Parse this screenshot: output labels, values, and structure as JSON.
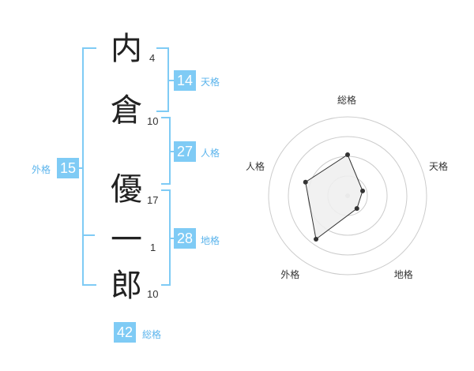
{
  "name": {
    "chars": [
      {
        "char": "内",
        "strokes": "4"
      },
      {
        "char": "倉",
        "strokes": "10"
      },
      {
        "char": "優",
        "strokes": "17"
      },
      {
        "char": "一",
        "strokes": "1"
      },
      {
        "char": "郎",
        "strokes": "10"
      }
    ]
  },
  "kaku": {
    "tenkaku": {
      "value": "14",
      "label": "天格"
    },
    "jinkaku": {
      "value": "27",
      "label": "人格"
    },
    "chikaku": {
      "value": "28",
      "label": "地格"
    },
    "gaikaku": {
      "value": "15",
      "label": "外格"
    },
    "soukaku": {
      "value": "42",
      "label": "総格"
    }
  },
  "chart_data": {
    "type": "radar",
    "categories": [
      "総格",
      "天格",
      "地格",
      "外格",
      "人格"
    ],
    "values": [
      2.6,
      1.0,
      1.0,
      3.4,
      2.8
    ],
    "max": 5,
    "rings": 4,
    "colors": {
      "fill": "#efefef",
      "stroke": "#333333",
      "grid": "#cccccc",
      "accent": "#7fcbf5"
    }
  }
}
